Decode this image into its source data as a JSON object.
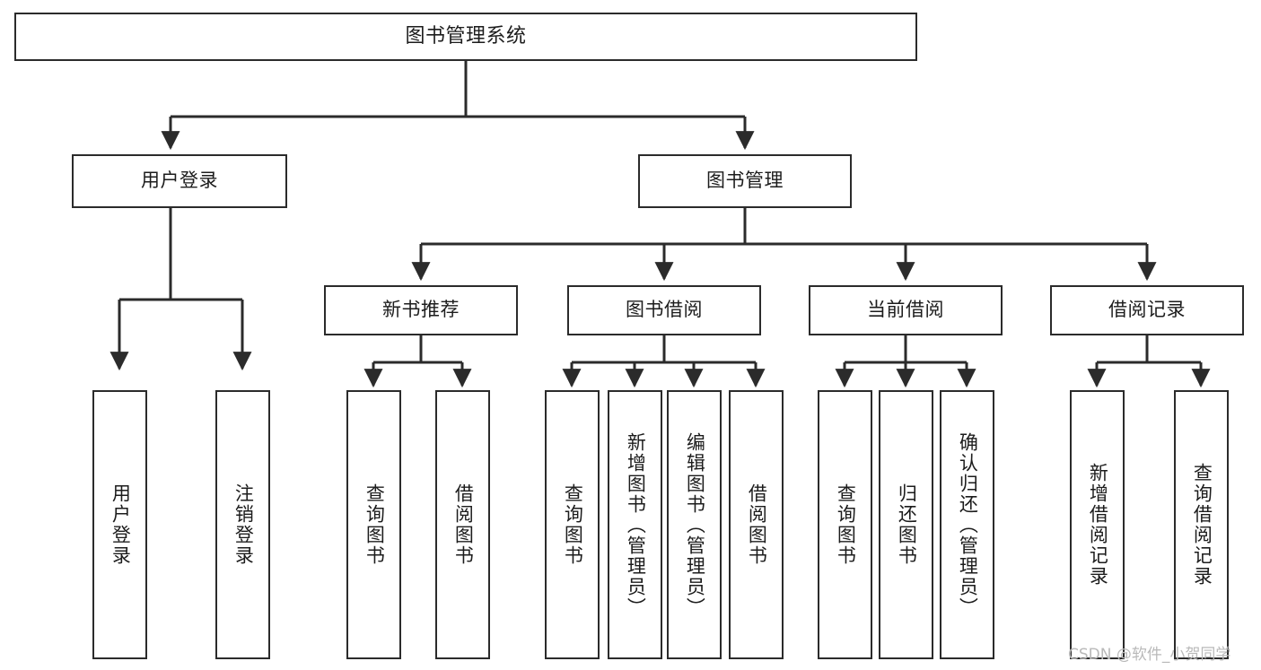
{
  "diagram": {
    "title": "图书管理系统",
    "type": "tree-hierarchy",
    "watermark": "CSDN @软件_小贺同学",
    "colors": {
      "stroke": "#2b2b2b",
      "fill": "#ffffff",
      "text": "#1c1c1c",
      "watermark": "#b9b9b9"
    },
    "nodes": {
      "root": {
        "label": "图书管理系统"
      },
      "level2": [
        {
          "label": "用户登录"
        },
        {
          "label": "图书管理"
        }
      ],
      "level3": [
        {
          "label": "新书推荐"
        },
        {
          "label": "图书借阅"
        },
        {
          "label": "当前借阅"
        },
        {
          "label": "借阅记录"
        }
      ],
      "leaves": {
        "user_login": [
          {
            "label": "用户登录"
          },
          {
            "label": "注销登录"
          }
        ],
        "new_book_recommend": [
          {
            "label": "查询图书"
          },
          {
            "label": "借阅图书"
          }
        ],
        "book_borrow": [
          {
            "label": "查询图书"
          },
          {
            "label": "新增图书（管理员）"
          },
          {
            "label": "编辑图书（管理员）"
          },
          {
            "label": "借阅图书"
          }
        ],
        "current_borrow": [
          {
            "label": "查询图书"
          },
          {
            "label": "归还图书"
          },
          {
            "label": "确认归还（管理员）"
          }
        ],
        "borrow_record": [
          {
            "label": "新增借阅记录"
          },
          {
            "label": "查询借阅记录"
          }
        ]
      }
    }
  }
}
